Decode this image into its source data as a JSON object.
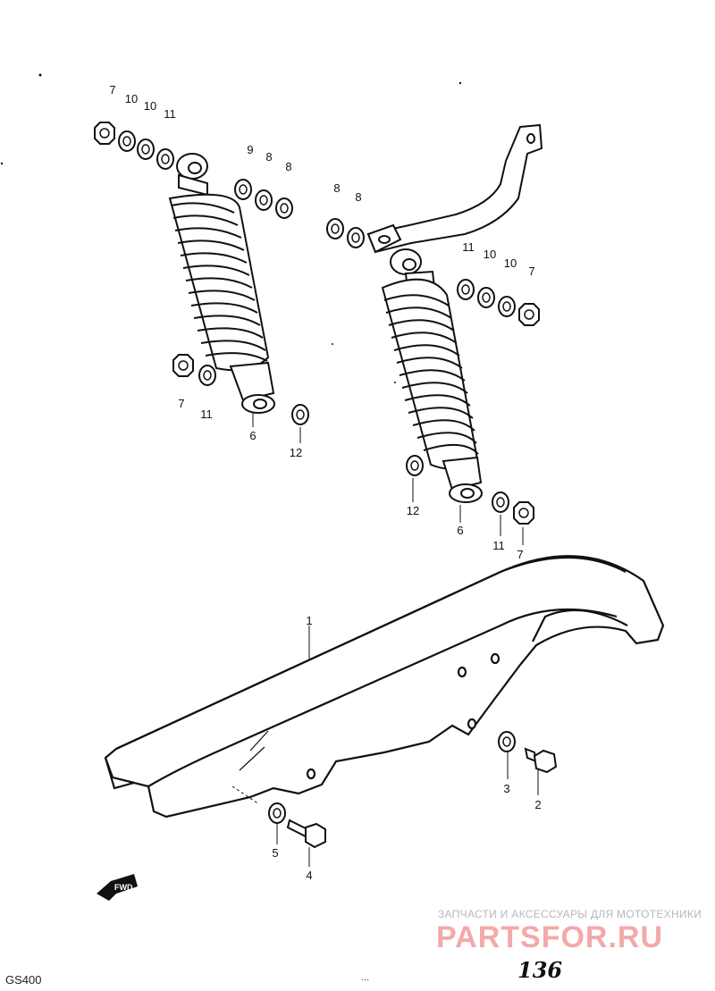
{
  "callouts": {
    "l_nut_top": "7",
    "l_w10a": "10",
    "l_w10b": "10",
    "l_w11_top": "11",
    "l_w9": "9",
    "l_w8a": "8",
    "l_w8b": "8",
    "l_nut_bot": "7",
    "l_w11_bot": "11",
    "l_shock": "6",
    "l_w12": "12",
    "r_w8a": "8",
    "r_w8b": "8",
    "r_w11_top": "11",
    "r_w10a": "10",
    "r_w10b": "10",
    "r_nut_top": "7",
    "r_w12": "12",
    "r_shock": "6",
    "r_w11_bot": "11",
    "r_nut_bot": "7",
    "guard": "1",
    "bolt_r": "2",
    "washer_r": "3",
    "bolt_l": "4",
    "washer_l": "5"
  },
  "fwd_label": "FWD",
  "watermark": {
    "tagline": "ЗАПЧАСТИ И АКСЕССУАРЫ ДЛЯ МОТОТЕХНИКИ",
    "brand": "PARTSFOR.RU"
  },
  "footer": {
    "model": "GS400",
    "center_mark": "...",
    "page_number": "136"
  }
}
